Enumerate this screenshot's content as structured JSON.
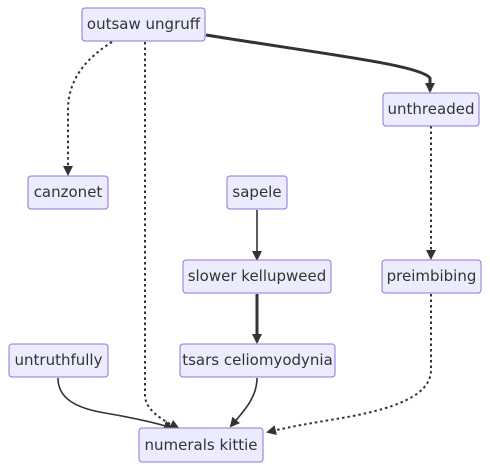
{
  "diagram": {
    "type": "flowchart",
    "nodes": [
      {
        "id": "n1",
        "label": "outsaw ungruff"
      },
      {
        "id": "n2",
        "label": "unthreaded"
      },
      {
        "id": "n3",
        "label": "canzonet"
      },
      {
        "id": "n4",
        "label": "sapele"
      },
      {
        "id": "n5",
        "label": "slower kellupweed"
      },
      {
        "id": "n6",
        "label": "preimbibing"
      },
      {
        "id": "n7",
        "label": "untruthfully"
      },
      {
        "id": "n8",
        "label": "tsars celiomyodynia"
      },
      {
        "id": "n9",
        "label": "numerals kittie"
      }
    ],
    "edges": [
      {
        "from": "n1",
        "to": "n2",
        "style": "thick"
      },
      {
        "from": "n1",
        "to": "n3",
        "style": "dotted"
      },
      {
        "from": "n1",
        "to": "n9",
        "style": "dotted"
      },
      {
        "from": "n2",
        "to": "n6",
        "style": "dotted"
      },
      {
        "from": "n4",
        "to": "n5",
        "style": "normal"
      },
      {
        "from": "n5",
        "to": "n8",
        "style": "thick"
      },
      {
        "from": "n7",
        "to": "n9",
        "style": "normal"
      },
      {
        "from": "n8",
        "to": "n9",
        "style": "normal"
      },
      {
        "from": "n6",
        "to": "n9",
        "style": "dotted"
      }
    ],
    "colors": {
      "node_fill": "#ececff",
      "node_border": "#9370db",
      "text": "#333333",
      "edge": "#333333"
    }
  }
}
